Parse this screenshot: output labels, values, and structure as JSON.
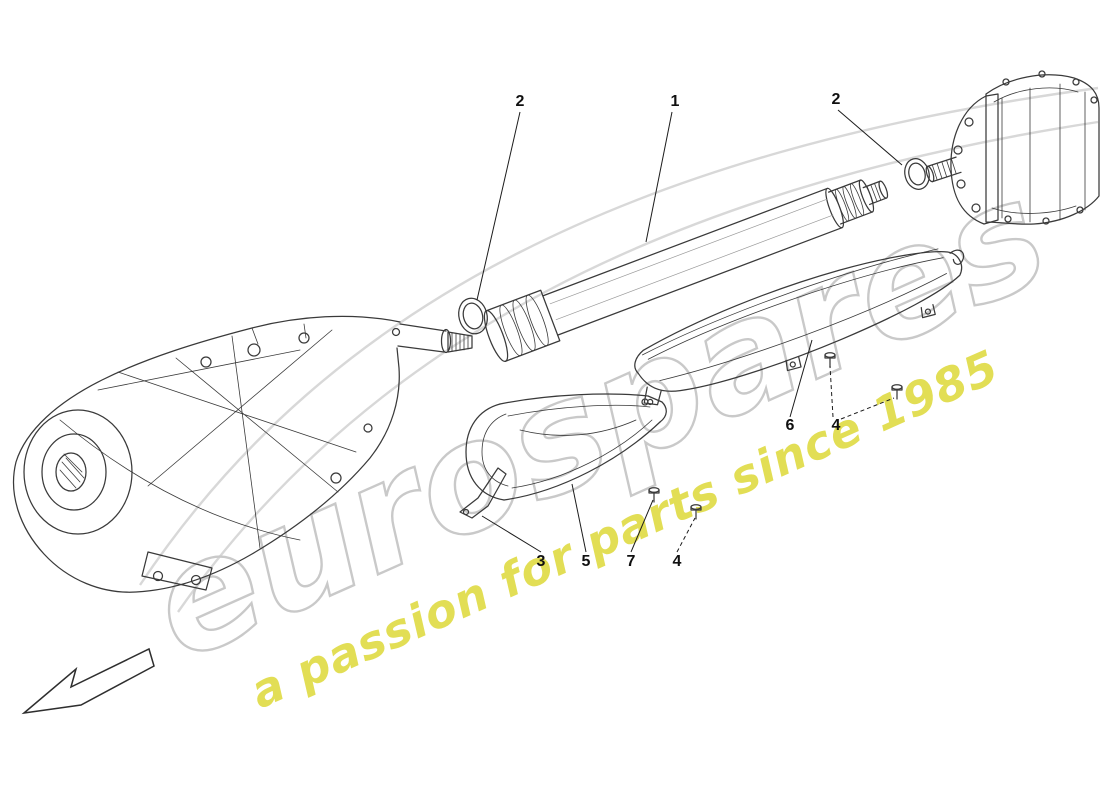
{
  "watermark": {
    "brand": "eurospares",
    "tagline": "a passion for parts since 1985",
    "brand_color": "#c9c9c9",
    "tagline_color": "#e2de55"
  },
  "colors": {
    "drawing_line": "#3a3a3a",
    "background": "#ffffff"
  },
  "callouts": {
    "seal_ring_left": "2",
    "transmission_pipe": "1",
    "seal_ring_right": "2",
    "upper_heat_shield": "6",
    "upper_shield_fasteners": "4",
    "lower_shield_bracket": "3",
    "lower_heat_shield": "5",
    "lower_shield_fastener": "7",
    "lower_shield_fastener_2": "4"
  }
}
